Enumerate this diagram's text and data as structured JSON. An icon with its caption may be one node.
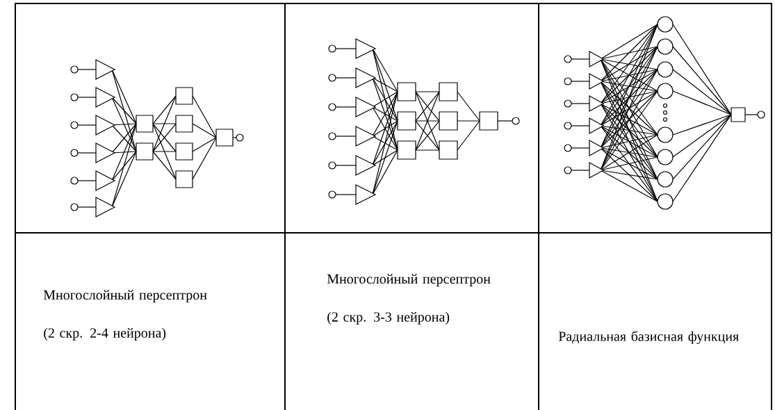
{
  "diagram": {
    "labels": [
      "Многослойный персептрон (2 скр. 2-4 нейрона)",
      "Многослойный персептрон (2 скр. 3-3 нейрона)",
      "Радиальная базисная функция"
    ]
  }
}
